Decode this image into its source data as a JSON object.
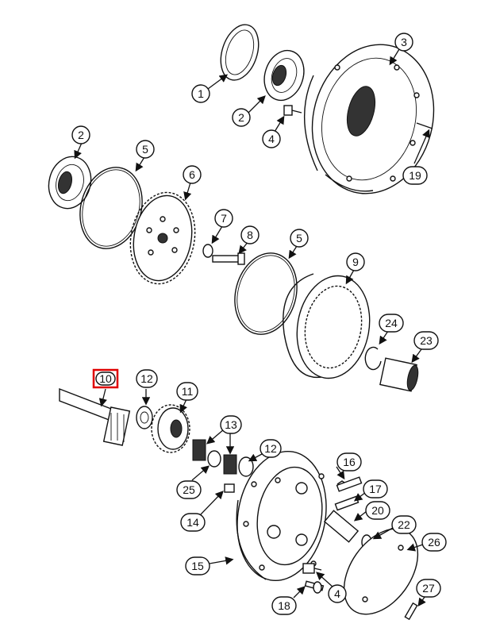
{
  "diagram": {
    "callouts": [
      {
        "label": "1"
      },
      {
        "label": "2"
      },
      {
        "label": "3"
      },
      {
        "label": "4"
      },
      {
        "label": "19"
      },
      {
        "label": "2"
      },
      {
        "label": "5"
      },
      {
        "label": "6"
      },
      {
        "label": "7"
      },
      {
        "label": "8"
      },
      {
        "label": "5"
      },
      {
        "label": "9"
      },
      {
        "label": "24"
      },
      {
        "label": "23"
      },
      {
        "label": "10"
      },
      {
        "label": "12"
      },
      {
        "label": "11"
      },
      {
        "label": "13"
      },
      {
        "label": "12"
      },
      {
        "label": "25"
      },
      {
        "label": "16"
      },
      {
        "label": "17"
      },
      {
        "label": "14"
      },
      {
        "label": "20"
      },
      {
        "label": "22"
      },
      {
        "label": "26"
      },
      {
        "label": "15"
      },
      {
        "label": "4"
      },
      {
        "label": "27"
      },
      {
        "label": "18"
      }
    ],
    "highlight": {
      "label": "10",
      "color": "#e00000"
    }
  }
}
